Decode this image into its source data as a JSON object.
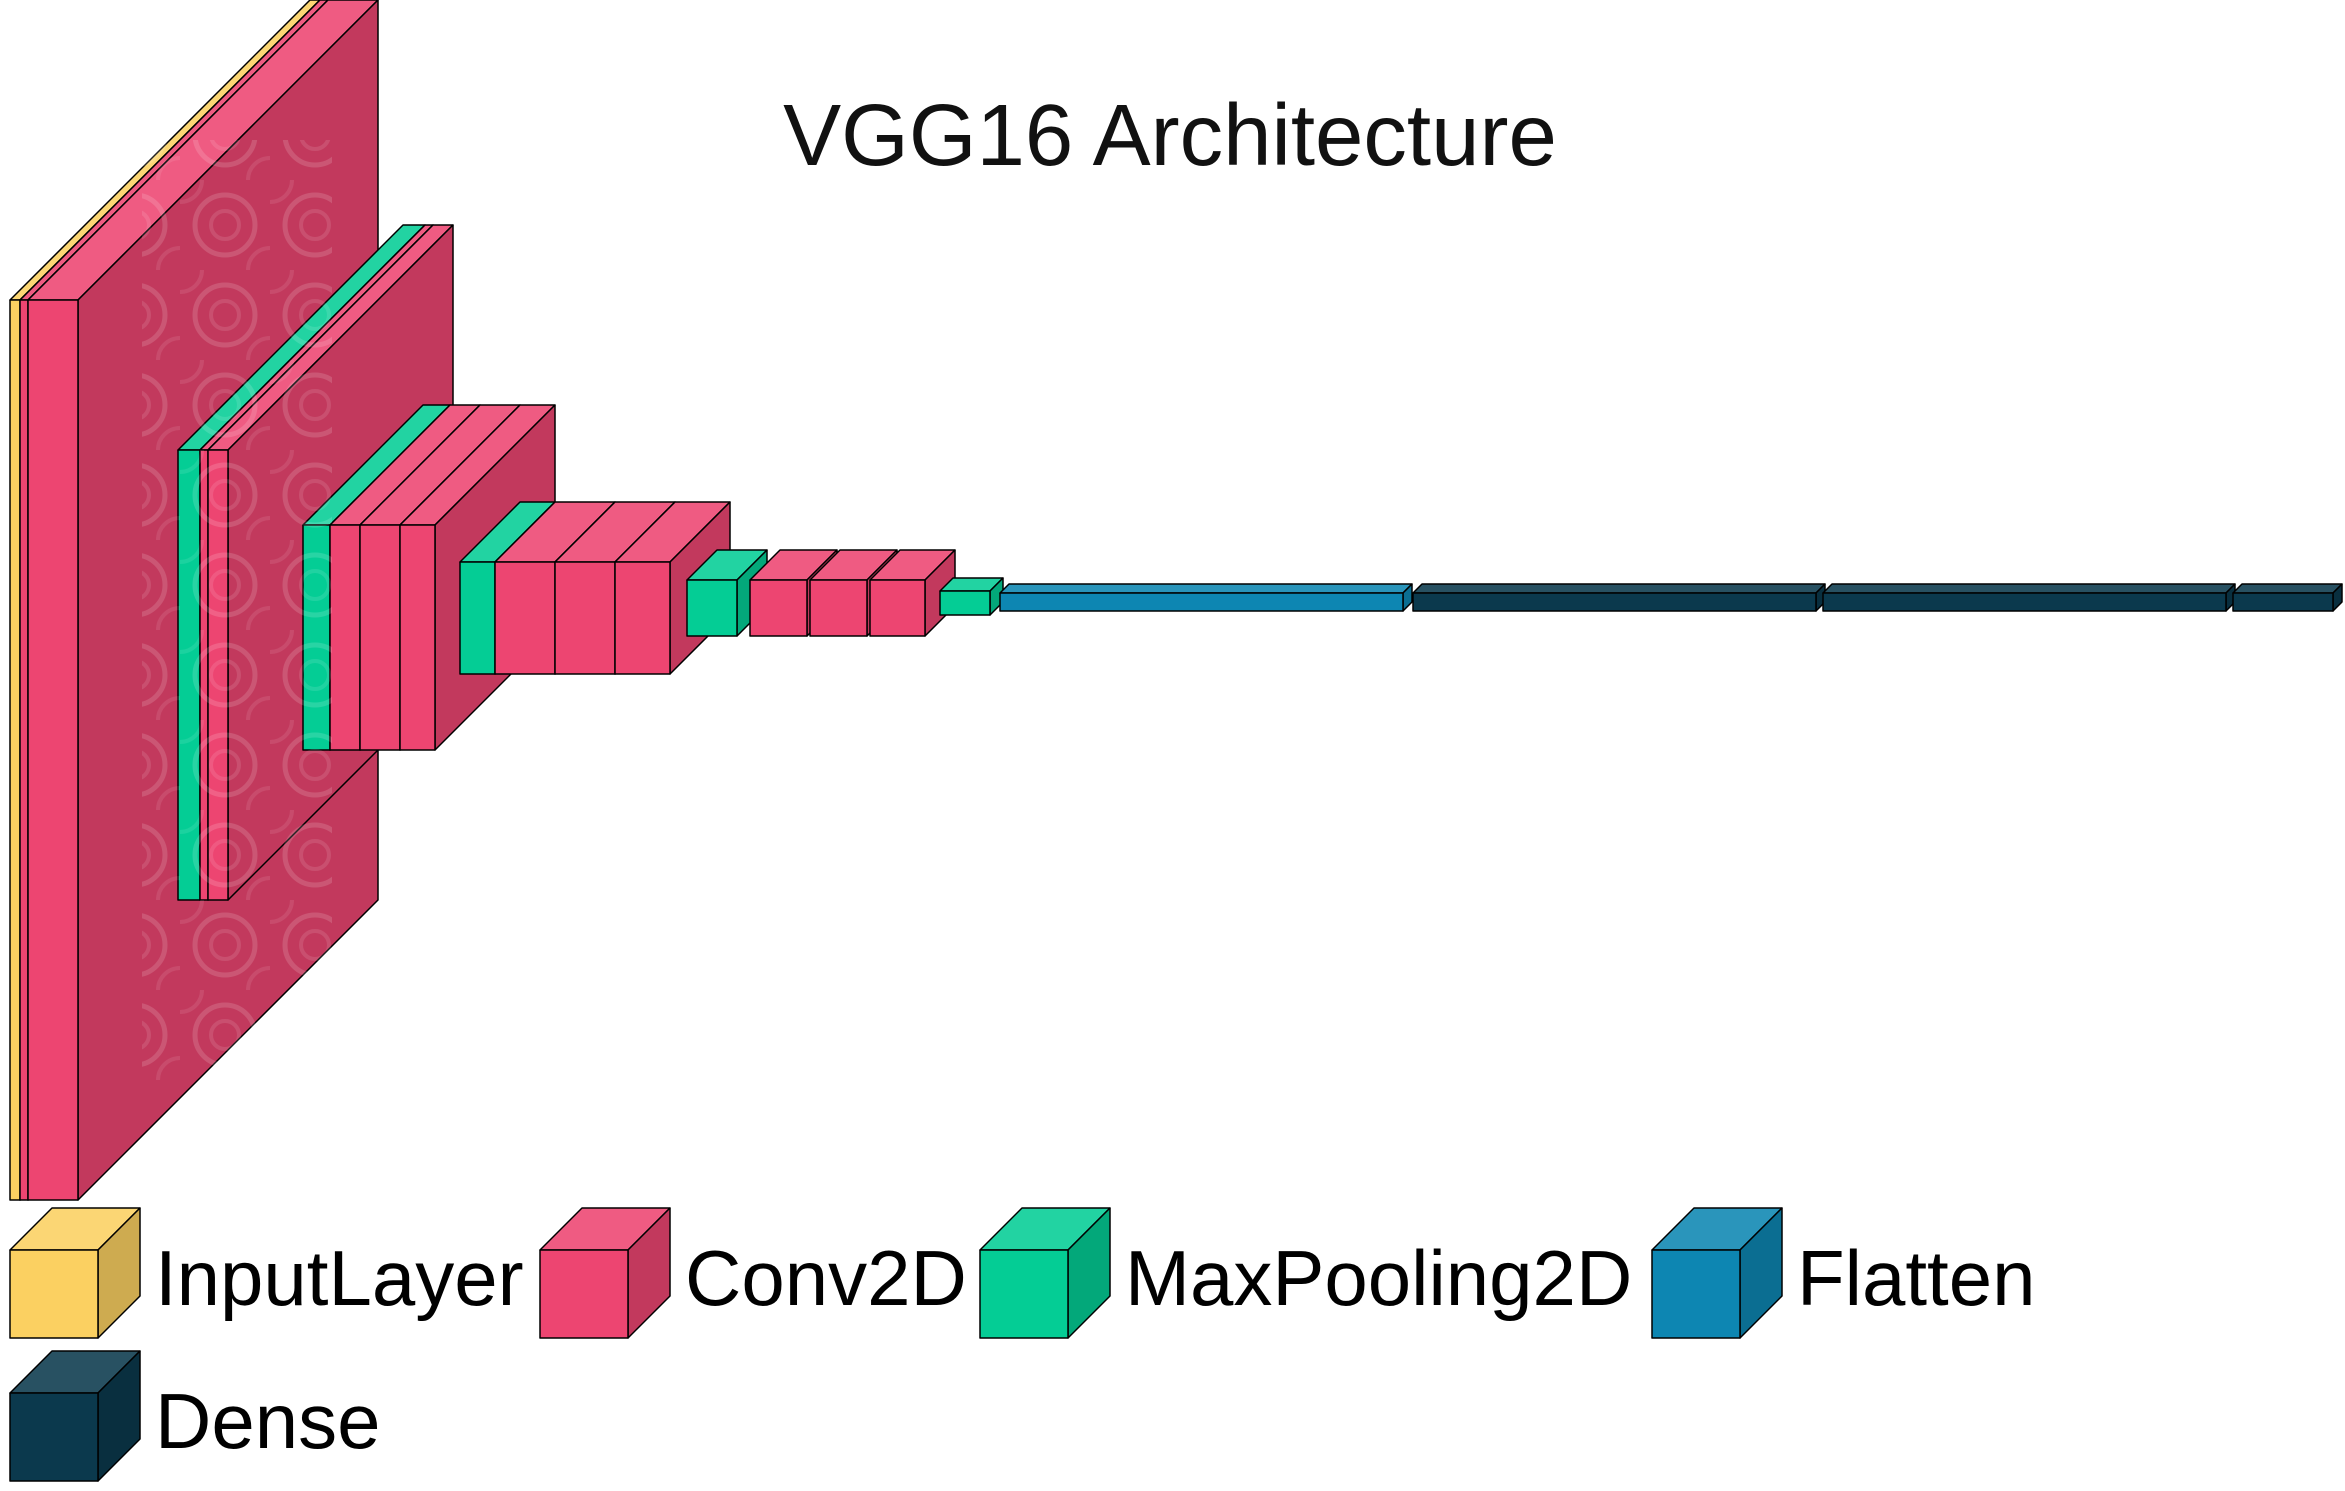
{
  "title": "VGG16  Architecture",
  "colors": {
    "InputLayer": "#fbd061",
    "Conv2D": "#ed4571",
    "MaxPooling2D": "#04cd95",
    "Flatten": "#0d86b2",
    "Dense": "#0b394d"
  },
  "legend": [
    {
      "type": "InputLayer",
      "label": "InputLayer",
      "icon": "input-layer-cube-icon"
    },
    {
      "type": "Conv2D",
      "label": "Conv2D",
      "icon": "conv2d-cube-icon"
    },
    {
      "type": "MaxPooling2D",
      "label": "MaxPooling2D",
      "icon": "maxpooling2d-cube-icon"
    },
    {
      "type": "Flatten",
      "label": "Flatten",
      "icon": "flatten-cube-icon"
    },
    {
      "type": "Dense",
      "label": "Dense",
      "icon": "dense-cube-icon"
    }
  ],
  "layers": [
    {
      "type": "InputLayer"
    },
    {
      "type": "Conv2D"
    },
    {
      "type": "Conv2D"
    },
    {
      "type": "MaxPooling2D"
    },
    {
      "type": "Conv2D"
    },
    {
      "type": "Conv2D"
    },
    {
      "type": "MaxPooling2D"
    },
    {
      "type": "Conv2D"
    },
    {
      "type": "Conv2D"
    },
    {
      "type": "Conv2D"
    },
    {
      "type": "MaxPooling2D"
    },
    {
      "type": "Conv2D"
    },
    {
      "type": "Conv2D"
    },
    {
      "type": "Conv2D"
    },
    {
      "type": "MaxPooling2D"
    },
    {
      "type": "Conv2D"
    },
    {
      "type": "Conv2D"
    },
    {
      "type": "Conv2D"
    },
    {
      "type": "MaxPooling2D"
    },
    {
      "type": "Flatten"
    },
    {
      "type": "Dense"
    },
    {
      "type": "Dense"
    },
    {
      "type": "Dense"
    }
  ]
}
